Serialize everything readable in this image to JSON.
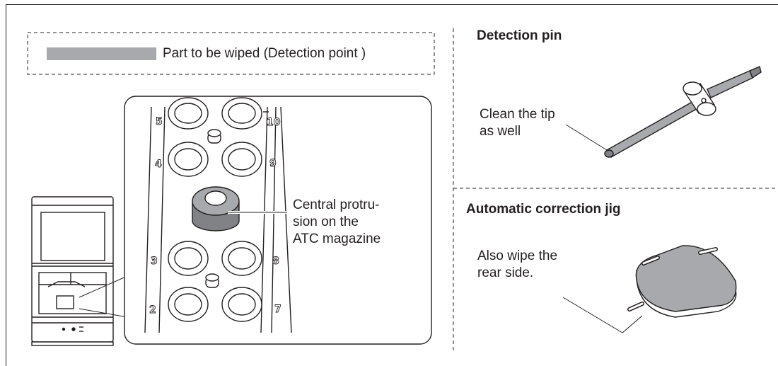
{
  "legend": {
    "label": "Part to be wiped (Detection point )",
    "swatch_color": "#a7a9ac"
  },
  "magazine": {
    "slot_numbers": [
      "5",
      "4",
      "3",
      "2",
      "10",
      "9",
      "8",
      "7"
    ],
    "callout": "Central protru-\nsion on the\nATC magazine"
  },
  "detection_pin": {
    "heading": "Detection pin",
    "note": "Clean the tip\nas well"
  },
  "correction_jig": {
    "heading": "Automatic correction jig",
    "note": "Also wipe the\nrear side."
  },
  "colors": {
    "line": "#231f20",
    "highlight": "#a7a9ac",
    "highlight_dark": "#808285"
  }
}
